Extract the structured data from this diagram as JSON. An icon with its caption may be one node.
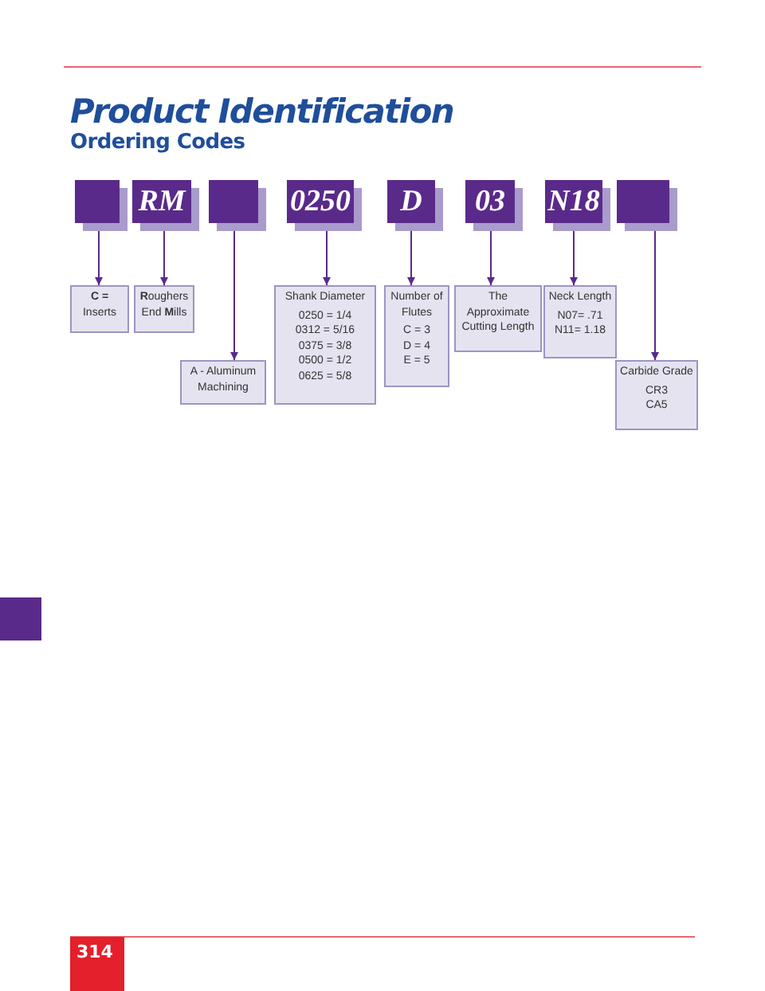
{
  "diagram": {
    "title": "Product Identification",
    "nodes": [
      {
        "text": [],
        "shape": "box"
      },
      {
        "text": [
          "RM"
        ]
      },
      {
        "text": [],
        "shape": "box"
      },
      {
        "text": [
          "0250"
        ]
      },
      {
        "text": [
          "D"
        ]
      },
      {
        "text": [
          "03"
        ]
      },
      {
        "text": [
          "N18"
        ]
      },
      {
        "text": [],
        "shape": "box"
      },
      {
        "text": [
          "**C =** Inserts"
        ]
      },
      {
        "text": [
          "**R**oughers End **M**ills"
        ]
      },
      {
        "text": [
          "A - Aluminum Machining"
        ]
      },
      {
        "text": [
          "Shank Diameter",
          "0250 = 1/4",
          "0312 = 5/16",
          "0375 = 3/8",
          "0500 = 1/2",
          "0625 = 5/8"
        ]
      },
      {
        "text": [
          "Number of Flutes",
          "C = 3",
          "D = 4",
          "E = 5"
        ]
      },
      {
        "text": [
          "The Approximate Cutting Length"
        ]
      },
      {
        "text": [
          "Neck Length",
          "N07= .71",
          "N11= 1.18"
        ]
      },
      {
        "text": [
          "Carbide Grade",
          "CR3",
          "CA5"
        ]
      }
    ],
    "edges": [
      {
        "from": 0,
        "to": 8,
        "arrow": "to"
      },
      {
        "from": 1,
        "to": 9,
        "arrow": "to"
      },
      {
        "from": 2,
        "to": 10,
        "arrow": "to"
      },
      {
        "from": 3,
        "to": 11,
        "arrow": "to"
      },
      {
        "from": 4,
        "to": 12,
        "arrow": "to"
      },
      {
        "from": 5,
        "to": 13,
        "arrow": "to"
      },
      {
        "from": 6,
        "to": 14,
        "arrow": "to"
      },
      {
        "from": 7,
        "to": 15,
        "arrow": "to"
      }
    ],
    "labels": [
      "Ordering Codes",
      "314"
    ]
  }
}
